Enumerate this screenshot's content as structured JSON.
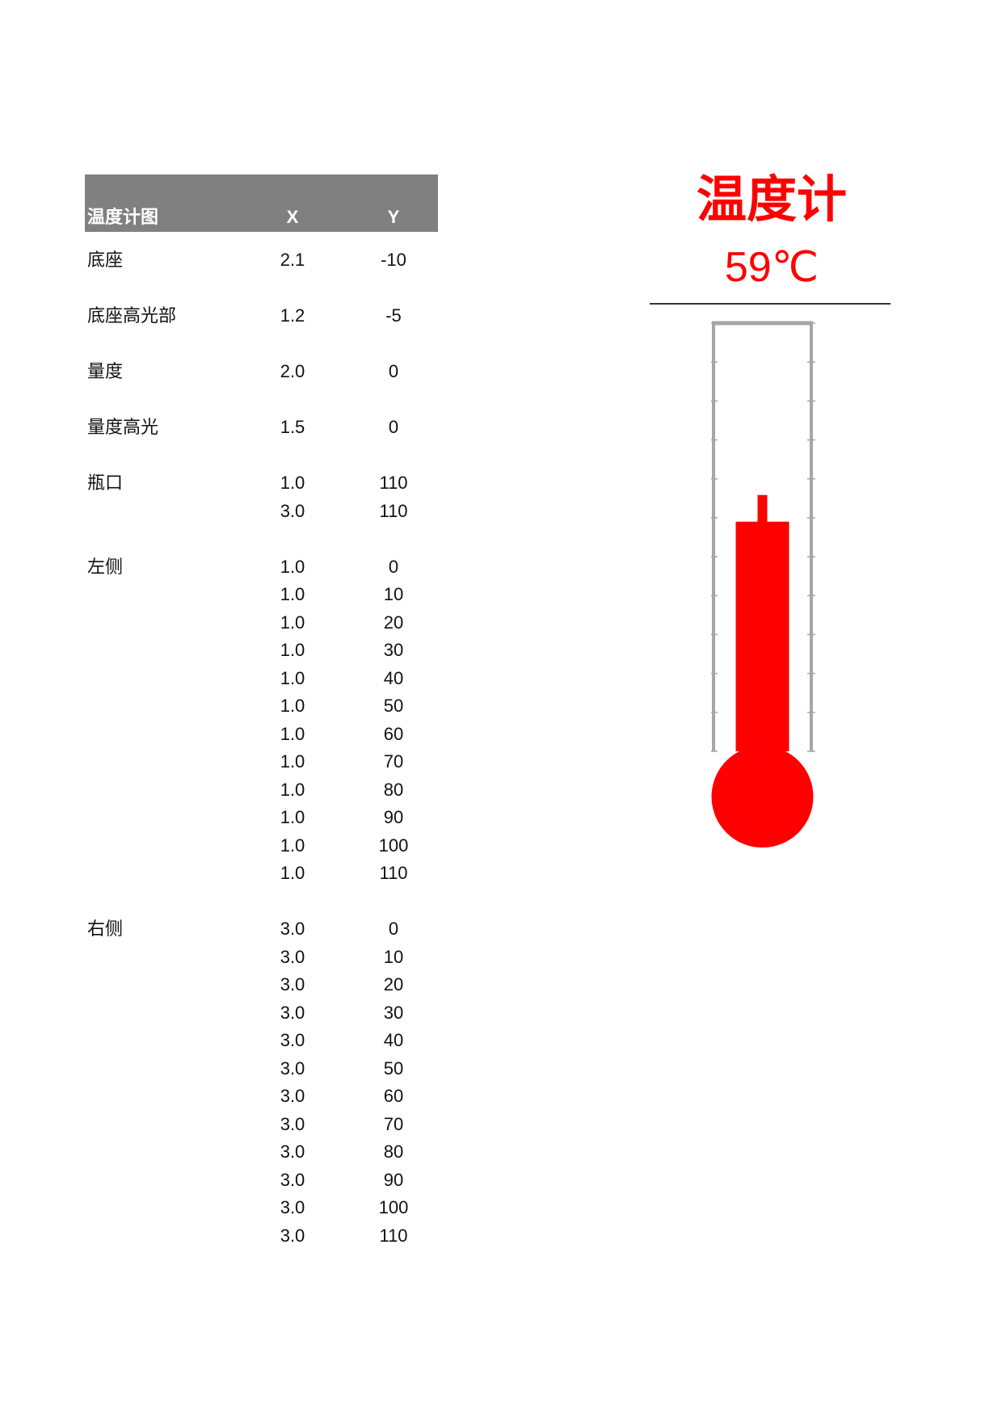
{
  "table": {
    "header": {
      "label": "温度计图",
      "x": "X",
      "y": "Y"
    },
    "groups": [
      {
        "label": "底座",
        "rows": [
          [
            "2.1",
            "-10"
          ]
        ]
      },
      {
        "label": "底座高光部",
        "rows": [
          [
            "1.2",
            "-5"
          ]
        ]
      },
      {
        "label": "量度",
        "rows": [
          [
            "2.0",
            "0"
          ]
        ]
      },
      {
        "label": "量度高光",
        "rows": [
          [
            "1.5",
            "0"
          ]
        ]
      },
      {
        "label": "瓶口",
        "rows": [
          [
            "1.0",
            "110"
          ],
          [
            "3.0",
            "110"
          ]
        ]
      },
      {
        "label": "左侧",
        "rows": [
          [
            "1.0",
            "0"
          ],
          [
            "1.0",
            "10"
          ],
          [
            "1.0",
            "20"
          ],
          [
            "1.0",
            "30"
          ],
          [
            "1.0",
            "40"
          ],
          [
            "1.0",
            "50"
          ],
          [
            "1.0",
            "60"
          ],
          [
            "1.0",
            "70"
          ],
          [
            "1.0",
            "80"
          ],
          [
            "1.0",
            "90"
          ],
          [
            "1.0",
            "100"
          ],
          [
            "1.0",
            "110"
          ]
        ]
      },
      {
        "label": "右侧",
        "rows": [
          [
            "3.0",
            "0"
          ],
          [
            "3.0",
            "10"
          ],
          [
            "3.0",
            "20"
          ],
          [
            "3.0",
            "30"
          ],
          [
            "3.0",
            "40"
          ],
          [
            "3.0",
            "50"
          ],
          [
            "3.0",
            "60"
          ],
          [
            "3.0",
            "70"
          ],
          [
            "3.0",
            "80"
          ],
          [
            "3.0",
            "90"
          ],
          [
            "3.0",
            "100"
          ],
          [
            "3.0",
            "110"
          ]
        ]
      }
    ]
  },
  "chart_title": "温度计",
  "chart_value": "59℃",
  "chart_data": {
    "type": "scatter",
    "title": "温度计",
    "subtitle": "59℃",
    "value": 59,
    "xlim": [
      0,
      4
    ],
    "ylim": [
      -10,
      110
    ],
    "grid": false,
    "colors": {
      "fill": "#ff0000",
      "frame": "#a6a6a6",
      "header": "#808080"
    },
    "series": [
      {
        "points": [
          [
            2.1,
            -10
          ]
        ]
      },
      {
        "points": [
          [
            1.2,
            -5
          ]
        ]
      },
      {
        "points": [
          [
            2.0,
            0
          ]
        ]
      },
      {
        "points": [
          [
            1.5,
            0
          ]
        ]
      },
      {
        "points": [
          [
            1.0,
            110
          ],
          [
            3.0,
            110
          ]
        ]
      },
      {
        "points": [
          [
            1,
            0
          ],
          [
            1,
            10
          ],
          [
            1,
            20
          ],
          [
            1,
            30
          ],
          [
            1,
            40
          ],
          [
            1,
            50
          ],
          [
            1,
            60
          ],
          [
            1,
            70
          ],
          [
            1,
            80
          ],
          [
            1,
            90
          ],
          [
            1,
            100
          ],
          [
            1,
            110
          ]
        ]
      },
      {
        "points": [
          [
            3,
            0
          ],
          [
            3,
            10
          ],
          [
            3,
            20
          ],
          [
            3,
            30
          ],
          [
            3,
            40
          ],
          [
            3,
            50
          ],
          [
            3,
            60
          ],
          [
            3,
            70
          ],
          [
            3,
            80
          ],
          [
            3,
            90
          ],
          [
            3,
            100
          ],
          [
            3,
            110
          ]
        ]
      }
    ]
  }
}
